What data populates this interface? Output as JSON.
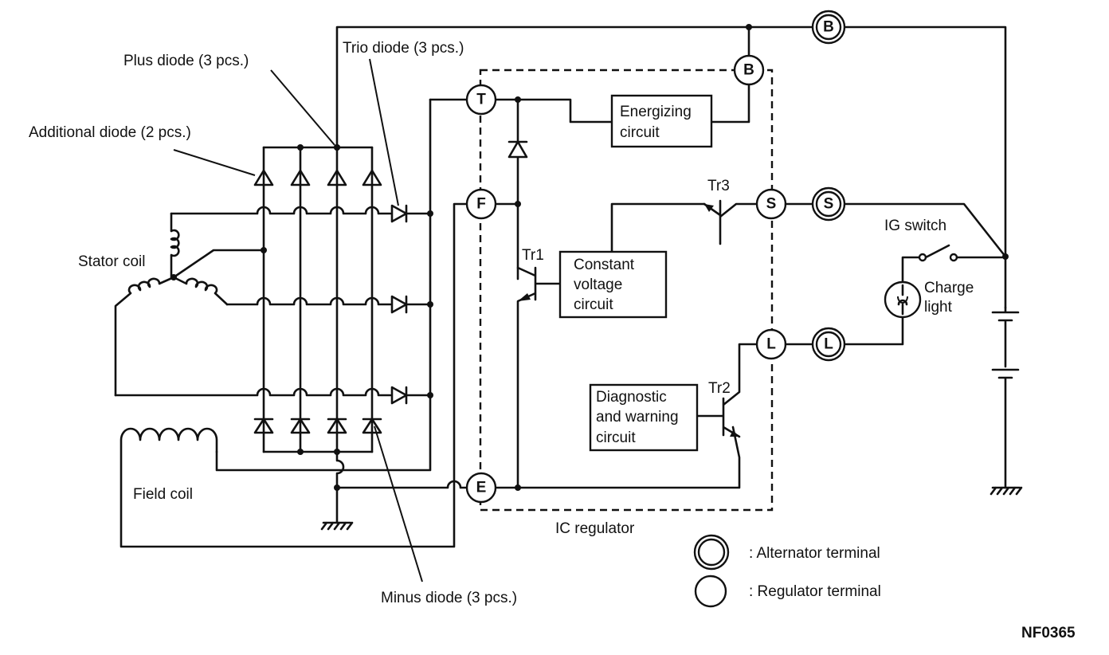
{
  "labels": {
    "plus_diode": "Plus diode (3 pcs.)",
    "trio_diode": "Trio diode (3 pcs.)",
    "additional_diode": "Additional diode (2 pcs.)",
    "stator_coil": "Stator coil",
    "field_coil": "Field coil",
    "minus_diode": "Minus diode (3 pcs.)",
    "ic_regulator": "IC regulator",
    "ig_switch": "IG switch",
    "charge_light_1": "Charge",
    "charge_light_2": "light",
    "figure_id": "NF0365"
  },
  "blocks": {
    "energizing_1": "Energizing",
    "energizing_2": "circuit",
    "constant_1": "Constant",
    "constant_2": "voltage",
    "constant_3": "circuit",
    "diagnostic_1": "Diagnostic",
    "diagnostic_2": "and warning",
    "diagnostic_3": "circuit"
  },
  "transistors": {
    "tr1": "Tr1",
    "tr2": "Tr2",
    "tr3": "Tr3"
  },
  "regulator_terminals": {
    "T": "T",
    "F": "F",
    "E": "E",
    "B": "B",
    "S": "S",
    "L": "L"
  },
  "alternator_terminals": {
    "B": "B",
    "S": "S",
    "L": "L"
  },
  "legend": {
    "alternator_terminal": ": Alternator terminal",
    "regulator_terminal": ": Regulator terminal"
  }
}
